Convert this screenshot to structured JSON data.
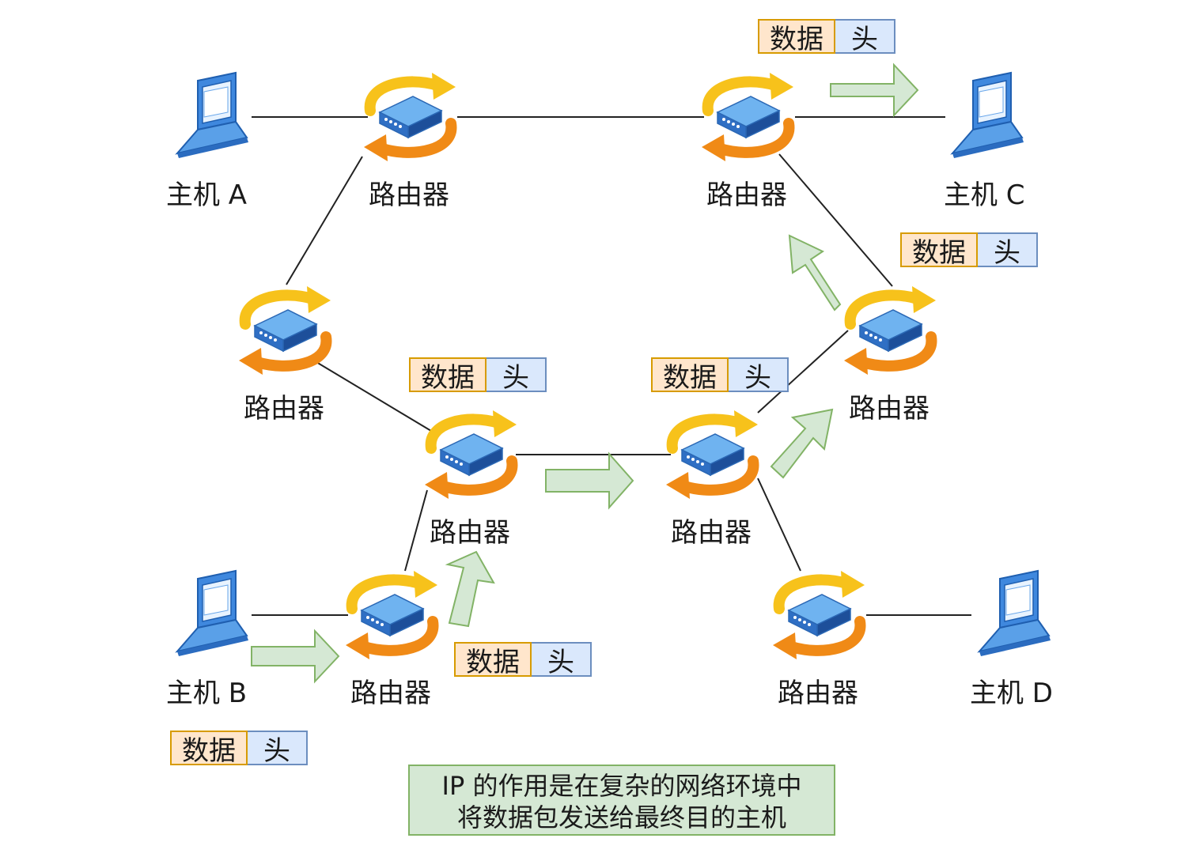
{
  "labels": {
    "host_a": "主机 A",
    "host_b": "主机 B",
    "host_c": "主机 C",
    "host_d": "主机 D",
    "router": "路由器"
  },
  "packet": {
    "data": "数据",
    "head": "头"
  },
  "caption": {
    "line1": "IP 的作用是在复杂的网络环境中",
    "line2": "将数据包发送给最终目的主机"
  },
  "colors": {
    "packet_data_fill": "#ffe6cc",
    "packet_data_border": "#d79b00",
    "packet_head_fill": "#dae8fc",
    "packet_head_border": "#6c8ebf",
    "arrow_fill": "#d5e8d4",
    "arrow_border": "#82b366",
    "caption_fill": "#d5e8d4",
    "router_body": "#3b7fd6",
    "router_arrow_top": "#f7c21b",
    "router_arrow_bottom": "#f08a16"
  }
}
